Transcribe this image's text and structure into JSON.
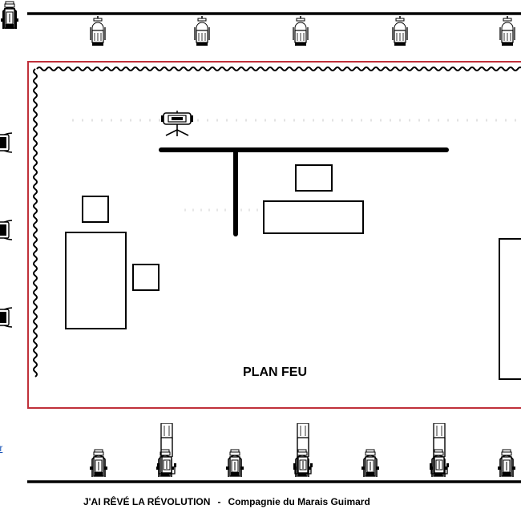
{
  "plan": {
    "title": "PLAN FEU",
    "show_name": "J'AI RÊVÉ LA RÉVOLUTION",
    "separator": "-",
    "company": "Compagnie du Marais Guimard",
    "edge_link_text": "fr"
  },
  "colors": {
    "stage_border": "#c0303a",
    "lines": "#000000",
    "link": "#1a55b8"
  },
  "fixtures": {
    "top_bar": [
      "spotlight-icon",
      "spotlight-icon",
      "spotlight-icon",
      "spotlight-icon",
      "spotlight-icon"
    ],
    "left_side": [
      "profile-spot-icon",
      "profile-spot-icon",
      "profile-spot-icon"
    ],
    "stage": [
      "projector-on-stand-icon"
    ],
    "bottom_low": [
      "pc-spot-icon",
      "pc-spot-icon",
      "pc-spot-icon",
      "pc-spot-icon",
      "pc-spot-icon",
      "pc-spot-icon",
      "pc-spot-icon",
      "pc-spot-icon",
      "pc-spot-icon",
      "pc-spot-icon",
      "pc-spot-icon"
    ],
    "bottom_tall": [
      "profile-ladder-icon",
      "profile-ladder-icon",
      "profile-ladder-icon"
    ]
  }
}
